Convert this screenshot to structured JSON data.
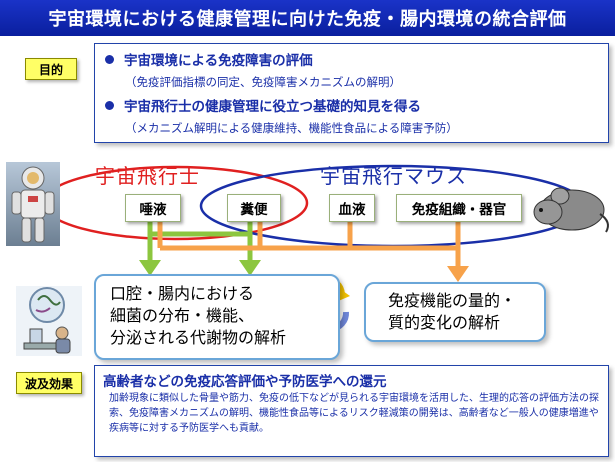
{
  "title": "宇宙環境における健康管理に向けた免疫・腸内環境の統合評価",
  "goal": {
    "tag": "目的",
    "items": [
      {
        "main": "宇宙環境による免疫障害の評価",
        "sub": "（免疫評価指標の同定、免疫障害メカニズムの解明）"
      },
      {
        "main": "宇宙飛行士の健康管理に役立つ基礎的知見を得る",
        "sub": "（メカニズム解明による健康維持、機能性食品による障害予防）"
      }
    ]
  },
  "subjects": {
    "astronaut": "宇宙飛行士",
    "mouse": "宇宙飛行マウス"
  },
  "samples": [
    "唾液",
    "糞便",
    "血液",
    "免疫組織・器官"
  ],
  "results": {
    "bacteria": [
      "口腔・腸内における",
      "細菌の分布・機能、",
      "分泌される代謝物の解析"
    ],
    "immune": [
      "免疫機能の量的・",
      "質的変化の解析"
    ]
  },
  "effect": {
    "tag": "波及効果",
    "headline": "高齢者などの免疫応答評価や予防医学への還元",
    "body": "加齢現象に類似した骨量や筋力、免疫の低下などが見られる宇宙環境を活用した、生理的応答の評価方法の探索、免疫障害メカニズムの解明、機能性食品等によるリスク軽減策の開発は、高齢者など一般人の健康増進や疾病等に対する予防医学へも貢献。"
  },
  "colors": {
    "astronaut": "#e02020",
    "mouse": "#1a2fa8",
    "arrow_green": "#8cc63f",
    "arrow_orange": "#f7a24a"
  },
  "icons": [
    "astronaut-icon",
    "mouse-icon",
    "scientist-icon",
    "cycle-arrows-icon"
  ]
}
